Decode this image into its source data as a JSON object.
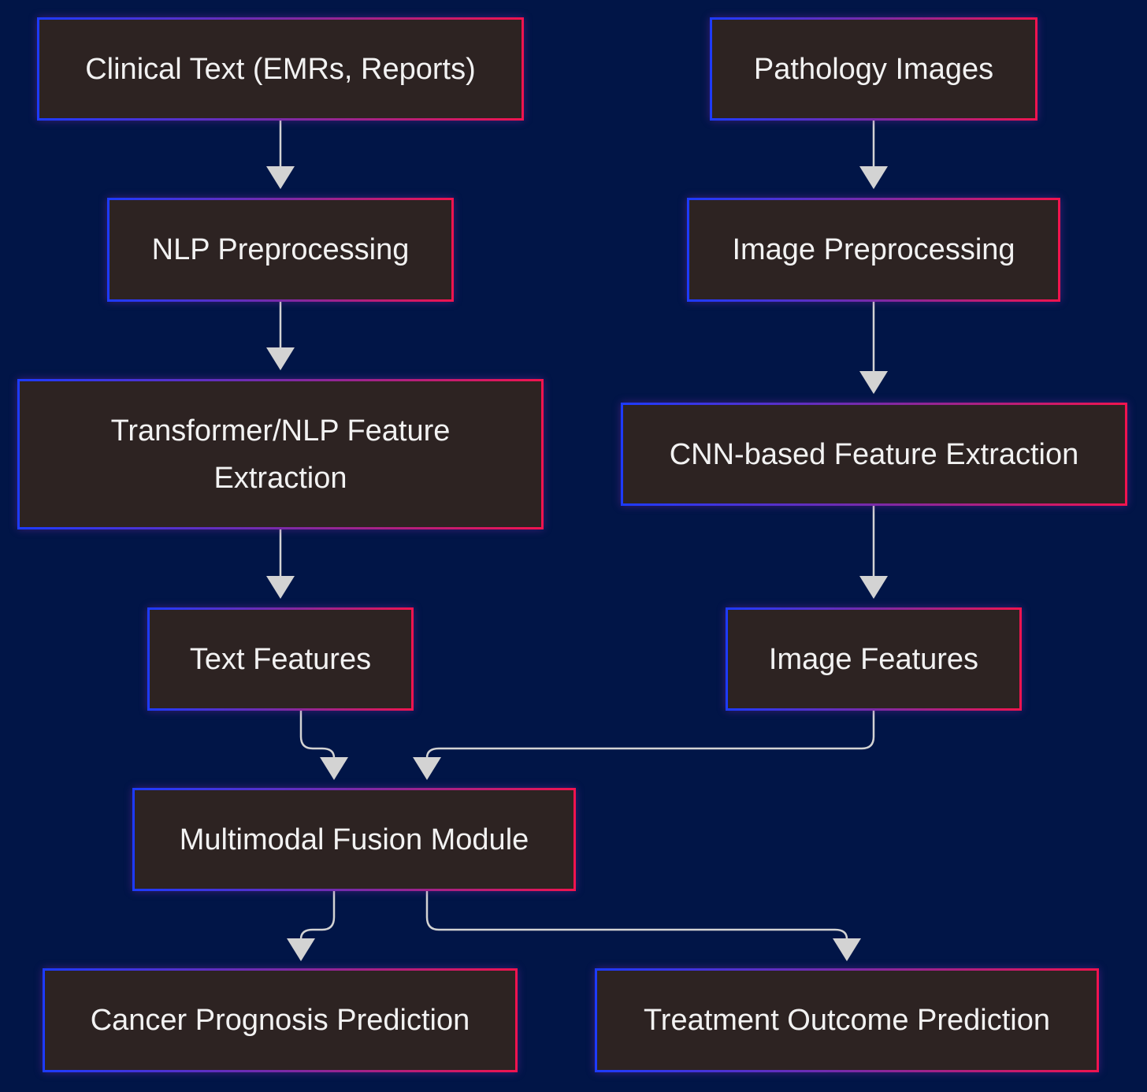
{
  "nodes": {
    "clinical_text": "Clinical Text (EMRs, Reports)",
    "pathology_images": "Pathology Images",
    "nlp_preprocessing": "NLP Preprocessing",
    "image_preprocessing": "Image Preprocessing",
    "transformer_extraction": "Transformer/NLP Feature Extraction",
    "cnn_extraction": "CNN-based Feature Extraction",
    "text_features": "Text Features",
    "image_features": "Image Features",
    "fusion_module": "Multimodal Fusion Module",
    "cancer_prognosis": "Cancer Prognosis Prediction",
    "treatment_outcome": "Treatment Outcome Prediction"
  },
  "edges": [
    {
      "from": "clinical_text",
      "to": "nlp_preprocessing"
    },
    {
      "from": "nlp_preprocessing",
      "to": "transformer_extraction"
    },
    {
      "from": "transformer_extraction",
      "to": "text_features"
    },
    {
      "from": "pathology_images",
      "to": "image_preprocessing"
    },
    {
      "from": "image_preprocessing",
      "to": "cnn_extraction"
    },
    {
      "from": "cnn_extraction",
      "to": "image_features"
    },
    {
      "from": "text_features",
      "to": "fusion_module"
    },
    {
      "from": "image_features",
      "to": "fusion_module"
    },
    {
      "from": "fusion_module",
      "to": "cancer_prognosis"
    },
    {
      "from": "fusion_module",
      "to": "treatment_outcome"
    }
  ],
  "colors": {
    "background": "#011547",
    "node_fill": "#2d2322",
    "node_border_left": "#1d3bff",
    "node_border_right": "#f0144f",
    "edge": "#d3d3d3",
    "text": "#f2f2f2"
  }
}
